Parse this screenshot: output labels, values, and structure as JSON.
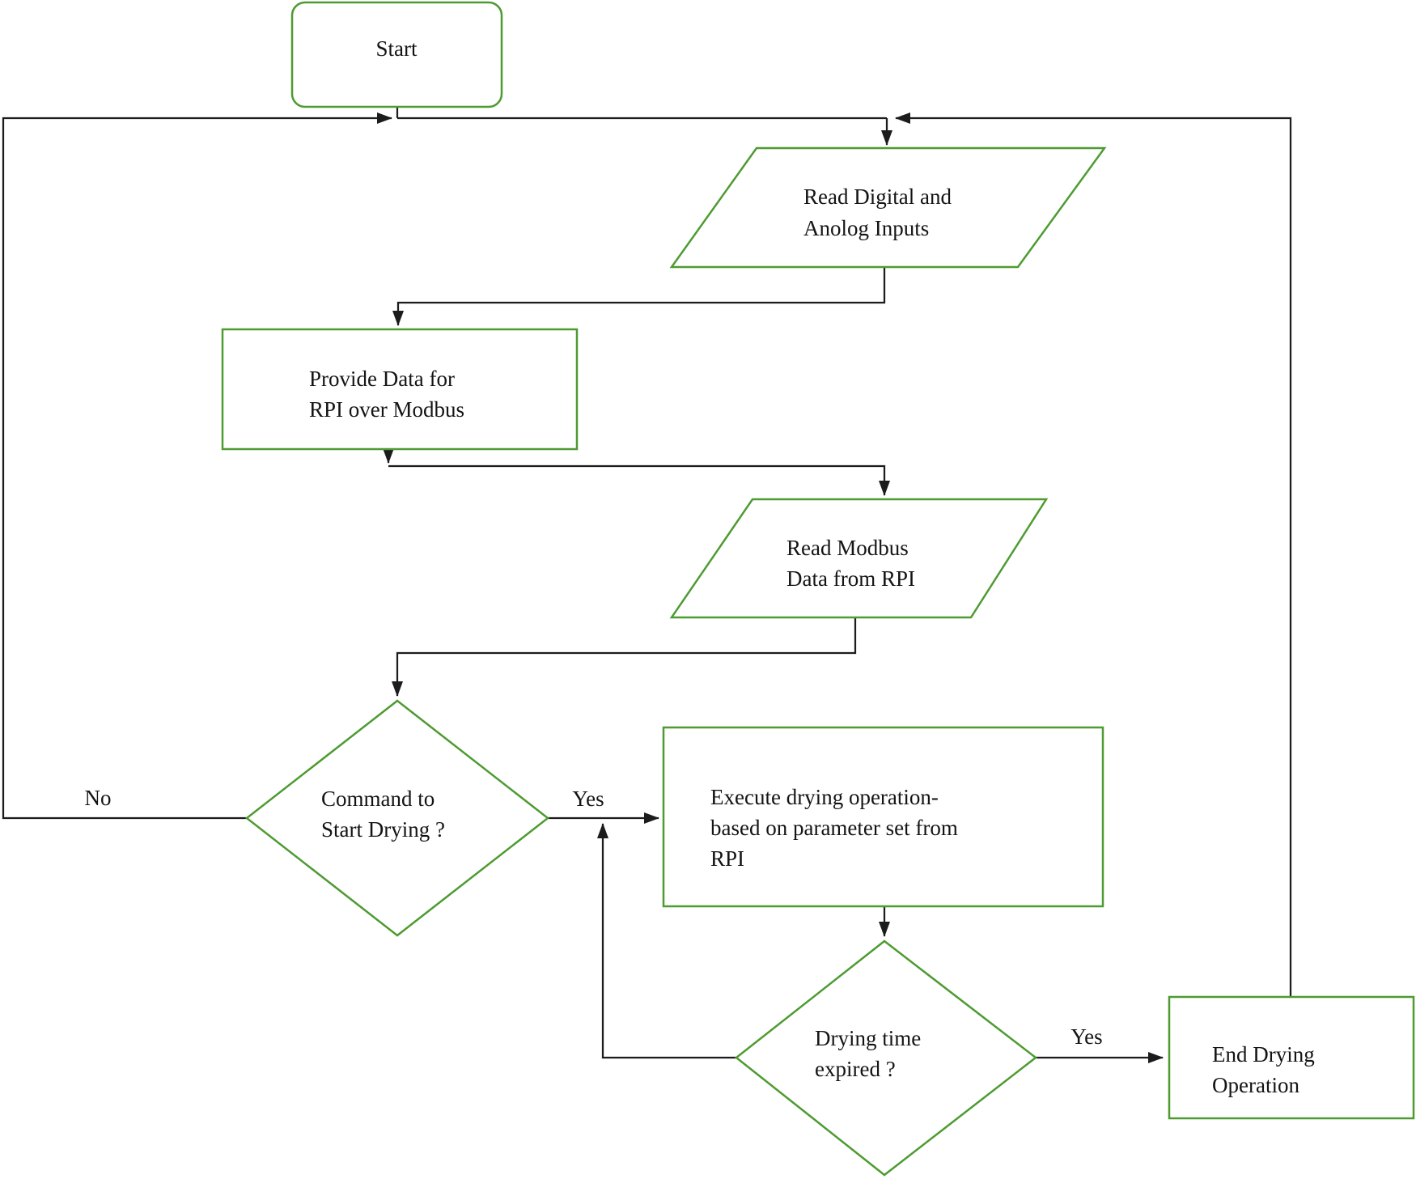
{
  "diagram": {
    "type": "flowchart",
    "colors": {
      "shape_border": "#4d9b31",
      "line": "#1c1c1c",
      "text": "#141414",
      "background": "#ffffff"
    },
    "nodes": {
      "start": {
        "shape": "rounded-rect",
        "lines": [
          "Start"
        ]
      },
      "read_inputs": {
        "shape": "parallelogram",
        "lines": [
          "Read Digital and",
          "Anolog Inputs"
        ]
      },
      "provide_data": {
        "shape": "rect",
        "lines": [
          "Provide Data for",
          "RPI over Modbus"
        ]
      },
      "read_modbus": {
        "shape": "parallelogram",
        "lines": [
          "Read Modbus",
          "Data from RPI"
        ]
      },
      "command_decision": {
        "shape": "diamond",
        "lines": [
          "Command to",
          "Start Drying ?"
        ]
      },
      "execute_drying": {
        "shape": "rect",
        "lines": [
          "Execute drying operation-",
          "based on parameter set from",
          "RPI"
        ]
      },
      "time_decision": {
        "shape": "diamond",
        "lines": [
          "Drying time",
          "expired ?"
        ]
      },
      "end_drying": {
        "shape": "rect",
        "lines": [
          "End Drying",
          "Operation"
        ]
      }
    },
    "edge_labels": {
      "no": "No",
      "yes_command": "Yes",
      "yes_time": "Yes"
    }
  }
}
